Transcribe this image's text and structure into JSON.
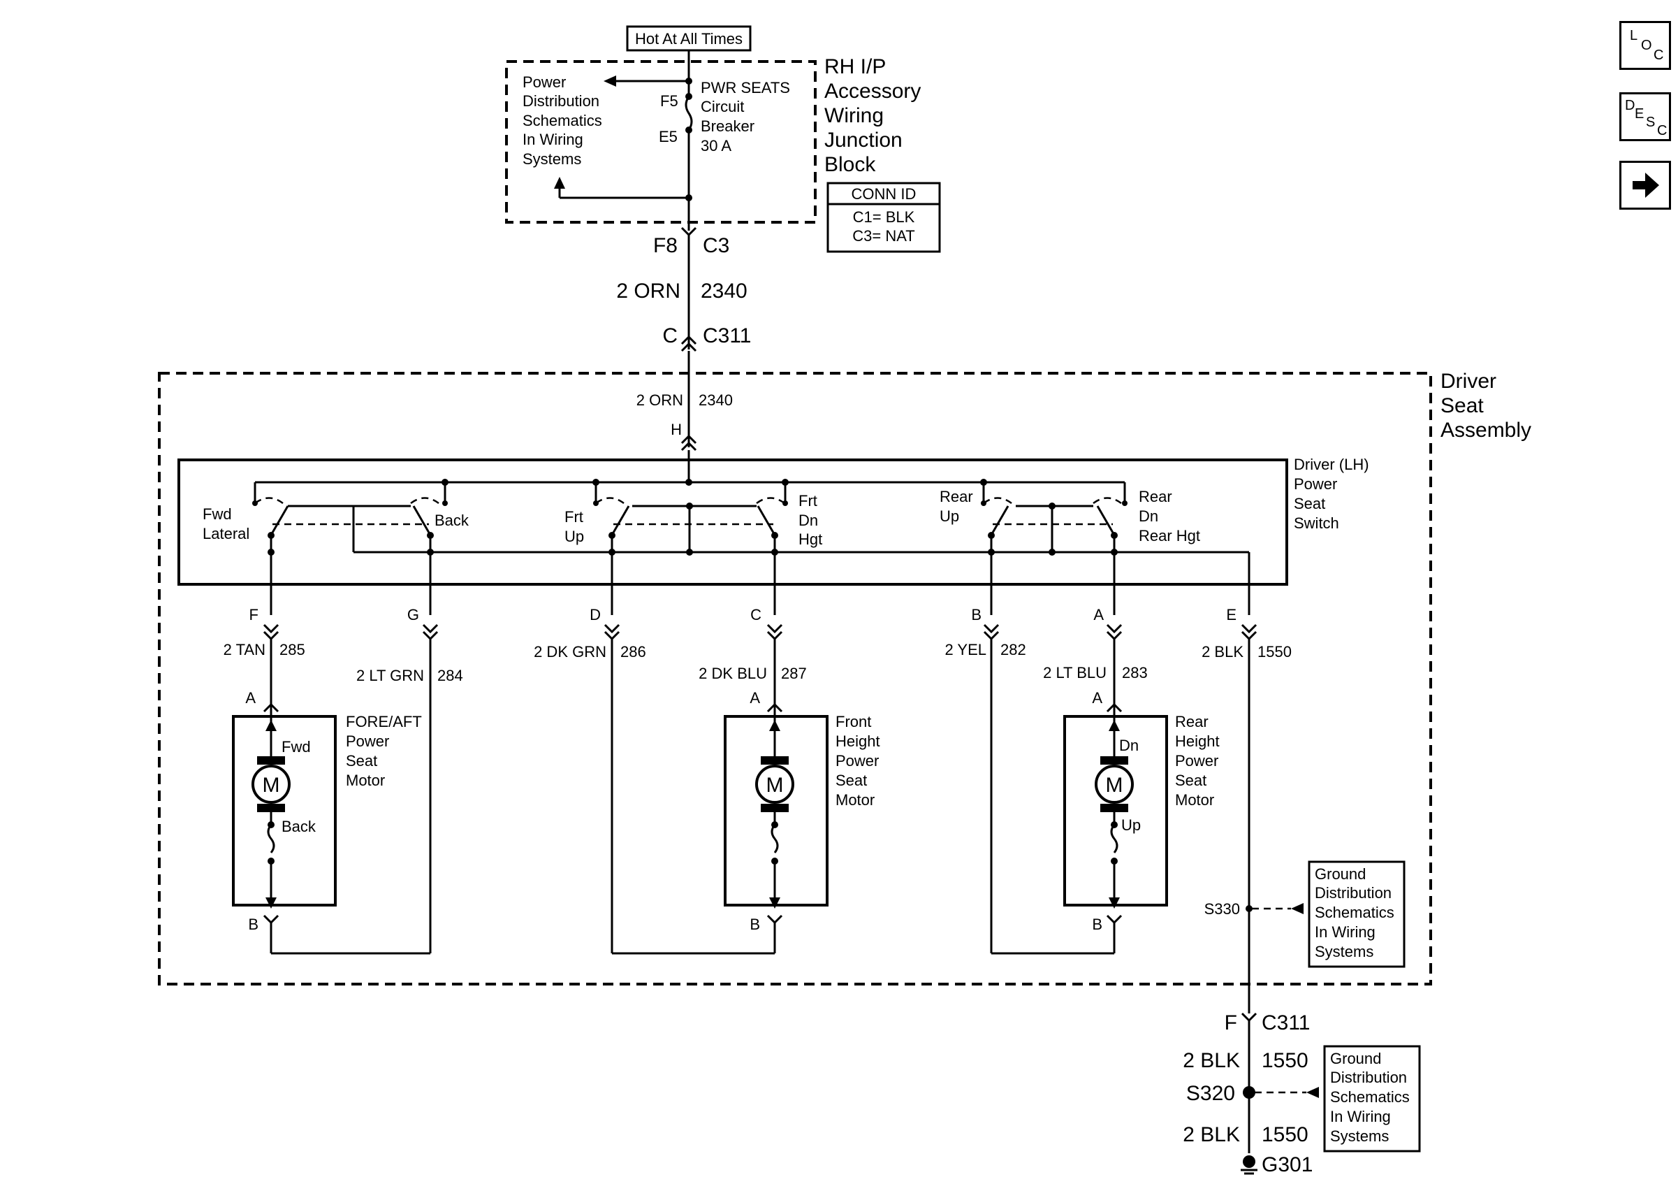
{
  "nav": {
    "loc": {
      "l1": "L",
      "l2": "O",
      "l3": "C"
    },
    "desc": {
      "l1": "D",
      "l2": "E",
      "l3": "S",
      "l4": "C"
    },
    "next_arrow_icon": "arrow-right-icon"
  },
  "source": {
    "hot_label": "Hot At All Times",
    "block_name": [
      "RH I/P",
      "Accessory",
      "Wiring",
      "Junction",
      "Block"
    ],
    "power_dist_ref": [
      "Power",
      "Distribution",
      "Schematics",
      "In Wiring",
      "Systems"
    ],
    "breaker": {
      "pin_in": "F5",
      "pin_out": "E5",
      "label": [
        "PWR SEATS",
        "Circuit",
        "Breaker",
        "30 A"
      ]
    },
    "conn_id": {
      "title": "CONN ID",
      "c1": "C1= BLK",
      "c3": "C3= NAT"
    },
    "out_pin": "F8",
    "out_conn": "C3"
  },
  "feed": {
    "wire": "2 ORN",
    "circuit": "2340",
    "c311_pin": "C",
    "c311_name": "C311",
    "inner_wire": "2 ORN",
    "inner_circuit": "2340",
    "switch_pin": "H"
  },
  "assembly": {
    "name": [
      "Driver",
      "Seat",
      "Assembly"
    ]
  },
  "switch": {
    "name": [
      "Driver (LH)",
      "Power",
      "Seat",
      "Switch"
    ],
    "fwd": [
      "Fwd",
      "Lateral"
    ],
    "back": "Back",
    "frt_up": [
      "Frt",
      "Up"
    ],
    "frt_dn": [
      "Frt",
      "Dn",
      "Hgt"
    ],
    "rear_up": [
      "Rear",
      "Up"
    ],
    "rear_dn": [
      "Rear",
      "Dn",
      "Rear Hgt"
    ]
  },
  "pins": [
    {
      "pin": "F",
      "wire": "2 TAN",
      "circuit": "285"
    },
    {
      "pin": "G",
      "wire": "2 LT GRN",
      "circuit": "284"
    },
    {
      "pin": "D",
      "wire": "2 DK GRN",
      "circuit": "286"
    },
    {
      "pin": "C",
      "wire": "2 DK BLU",
      "circuit": "287"
    },
    {
      "pin": "B",
      "wire": "2 YEL",
      "circuit": "282"
    },
    {
      "pin": "A",
      "wire": "2 LT BLU",
      "circuit": "283"
    },
    {
      "pin": "E",
      "wire": "2 BLK",
      "circuit": "1550"
    }
  ],
  "motors": [
    {
      "name": [
        "FORE/AFT",
        "Power",
        "Seat",
        "Motor"
      ],
      "symbol": "M",
      "pin_top": "A",
      "pin_bottom": "B",
      "dir_top": "Fwd",
      "dir_bottom": "Back"
    },
    {
      "name": [
        "Front",
        "Height",
        "Power",
        "Seat",
        "Motor"
      ],
      "symbol": "M",
      "pin_top": "A",
      "pin_bottom": "B",
      "dir_top": "",
      "dir_bottom": ""
    },
    {
      "name": [
        "Rear",
        "Height",
        "Power",
        "Seat",
        "Motor"
      ],
      "symbol": "M",
      "pin_top": "A",
      "pin_bottom": "B",
      "dir_top": "Dn",
      "dir_bottom": "Up"
    }
  ],
  "ground": {
    "s330": "S330",
    "ref": [
      "Ground",
      "Distribution",
      "Schematics",
      "In Wiring",
      "Systems"
    ],
    "c311_pin": "F",
    "c311_name": "C311",
    "wire1": "2 BLK",
    "circuit1": "1550",
    "s320": "S320",
    "wire2": "2 BLK",
    "circuit2": "1550",
    "g301": "G301"
  }
}
